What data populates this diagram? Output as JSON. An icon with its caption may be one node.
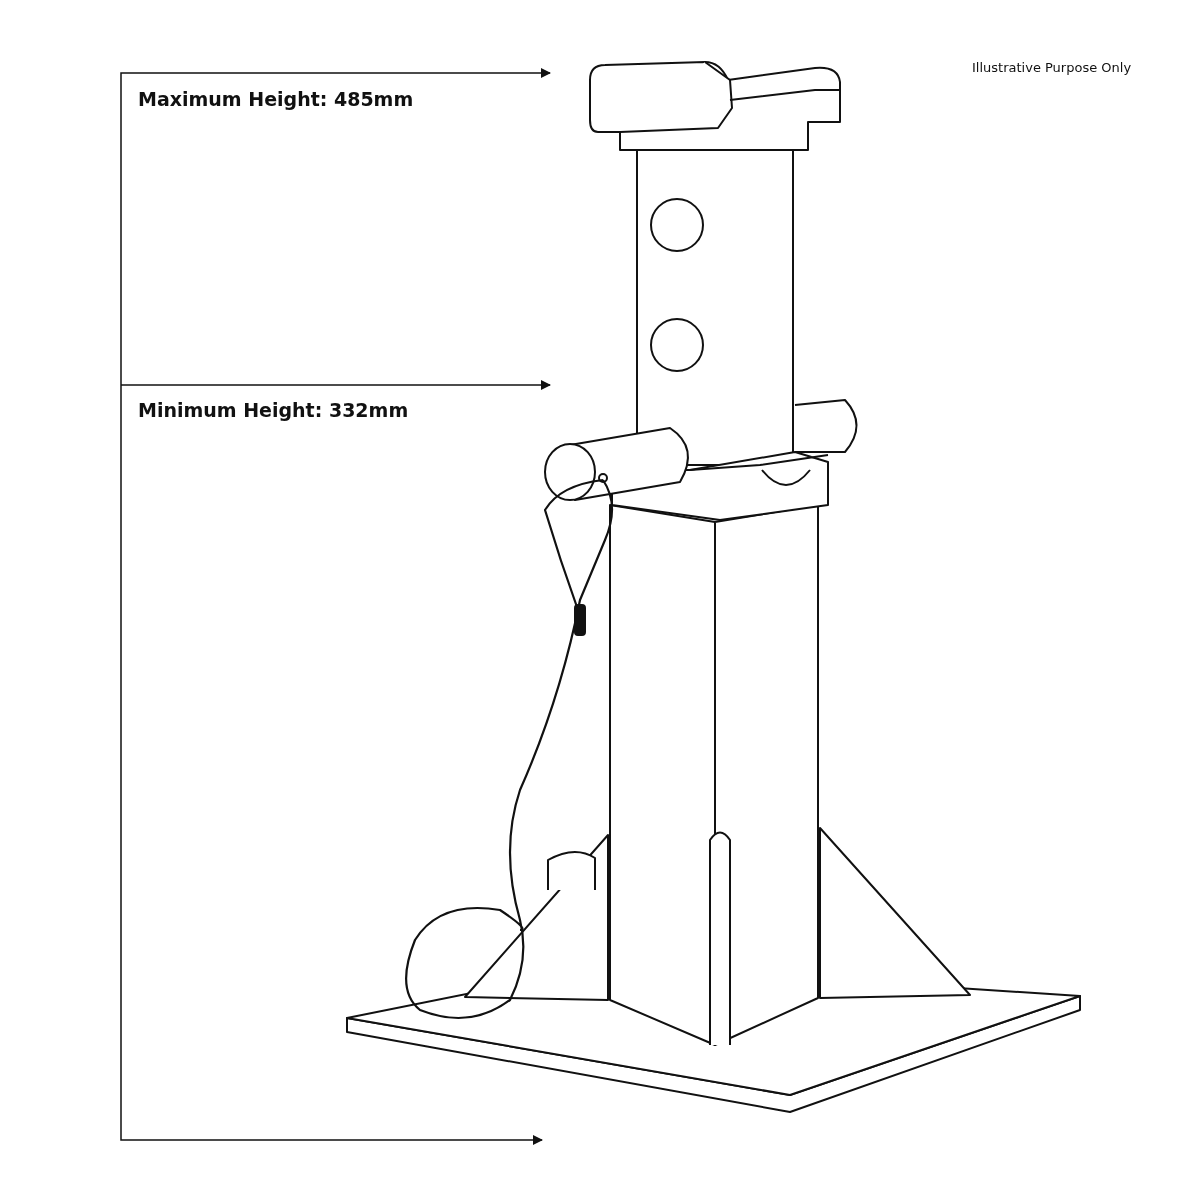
{
  "diagram": {
    "labels": [
      "Illustrative Purpose Only",
      "Maximum Height: 485mm",
      "Minimum Height: 332mm"
    ]
  }
}
